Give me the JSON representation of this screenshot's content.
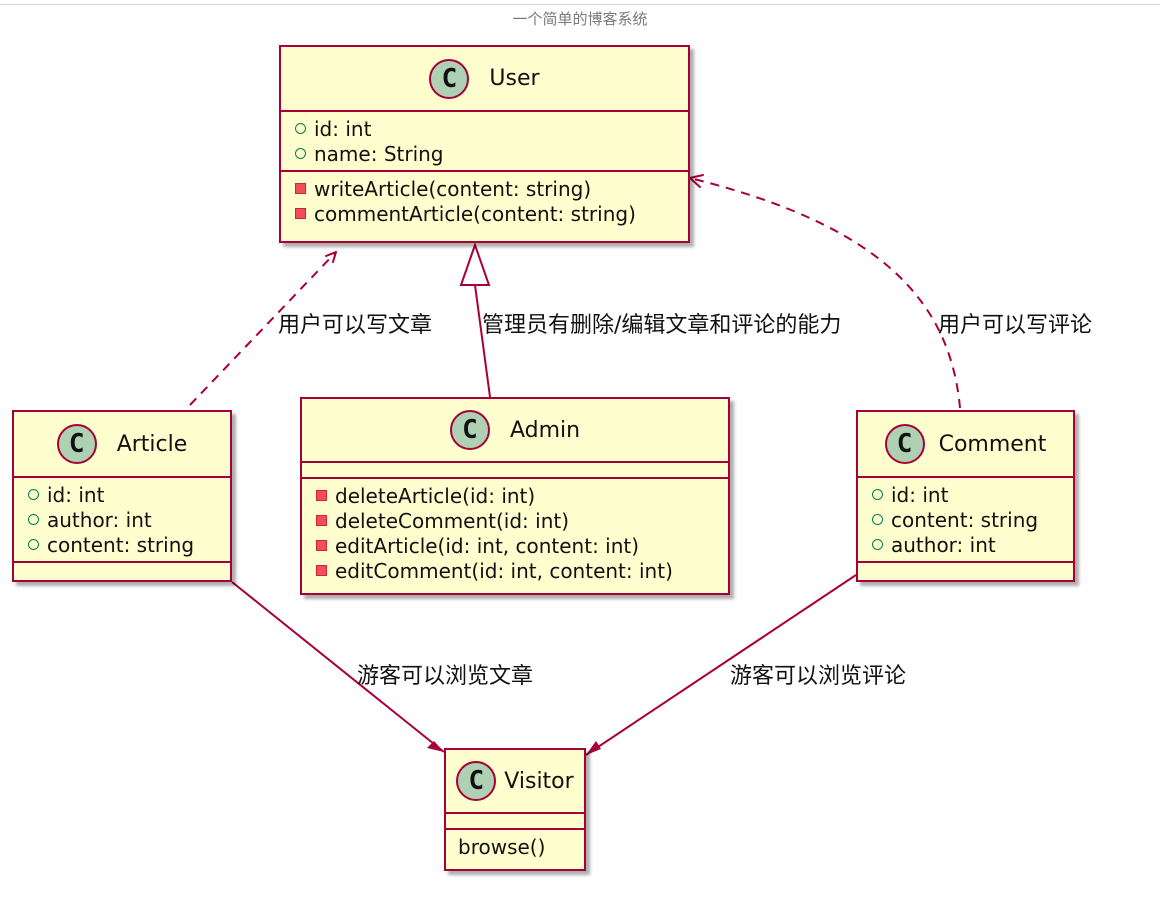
{
  "diagram_title": "一个简单的博客系统",
  "classes": {
    "user": {
      "name": "User",
      "attributes": [
        "id: int",
        "name: String"
      ],
      "methods": [
        "writeArticle(content: string)",
        "commentArticle(content: string)"
      ]
    },
    "article": {
      "name": "Article",
      "attributes": [
        "id: int",
        "author: int",
        "content: string"
      ]
    },
    "admin": {
      "name": "Admin",
      "methods": [
        "deleteArticle(id: int)",
        "deleteComment(id: int)",
        "editArticle(id: int, content: int)",
        "editComment(id: int, content: int)"
      ]
    },
    "comment": {
      "name": "Comment",
      "attributes": [
        "id: int",
        "content: string",
        "author: int"
      ]
    },
    "visitor": {
      "name": "Visitor",
      "methods": [
        "browse()"
      ]
    }
  },
  "class_badge_letter": "C",
  "relations": {
    "article_user": "用户可以写文章",
    "admin_user": "管理员有删除/编辑文章和评论的能力",
    "comment_user": "用户可以写评论",
    "article_visitor": "游客可以浏览文章",
    "comment_visitor": "游客可以浏览评论"
  },
  "colors": {
    "class_fill": "#fefece",
    "border": "#a80036",
    "badge": "#add1b2",
    "public_marker": "#038048",
    "private_marker": "#c82930"
  }
}
